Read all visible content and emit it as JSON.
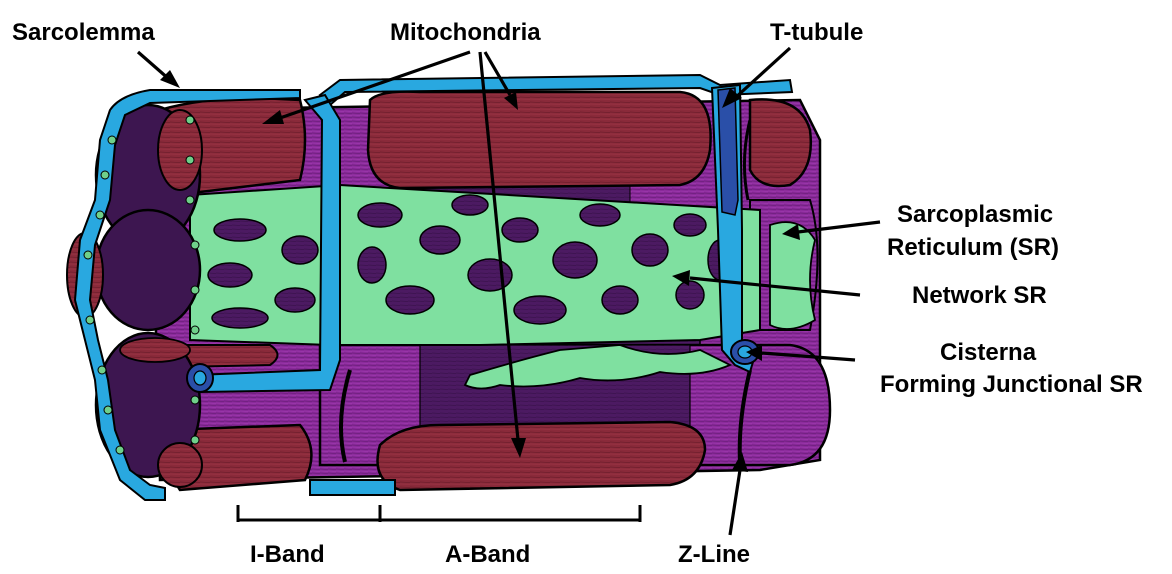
{
  "labels": {
    "sarcolemma": "Sarcolemma",
    "mitochondria": "Mitochondria",
    "t_tubule": "T-tubule",
    "sr_line1": "Sarcoplasmic",
    "sr_line2": "Reticulum (SR)",
    "network_sr": "Network SR",
    "cisterna_line1": "Cisterna",
    "cisterna_line2": "Forming Junctional SR",
    "i_band": "I-Band",
    "a_band": "A-Band",
    "z_line": "Z-Line"
  },
  "colors": {
    "sarcolemma_blue": "#29a8e0",
    "t_tubule_dark": "#2a4fa8",
    "sr_green": "#7fe0a0",
    "myofibril_purple": "#8a2a9a",
    "myofibril_dark": "#4a1a5e",
    "mitochondria": "#8a2a3a",
    "fibril_end": "#3d1650"
  }
}
